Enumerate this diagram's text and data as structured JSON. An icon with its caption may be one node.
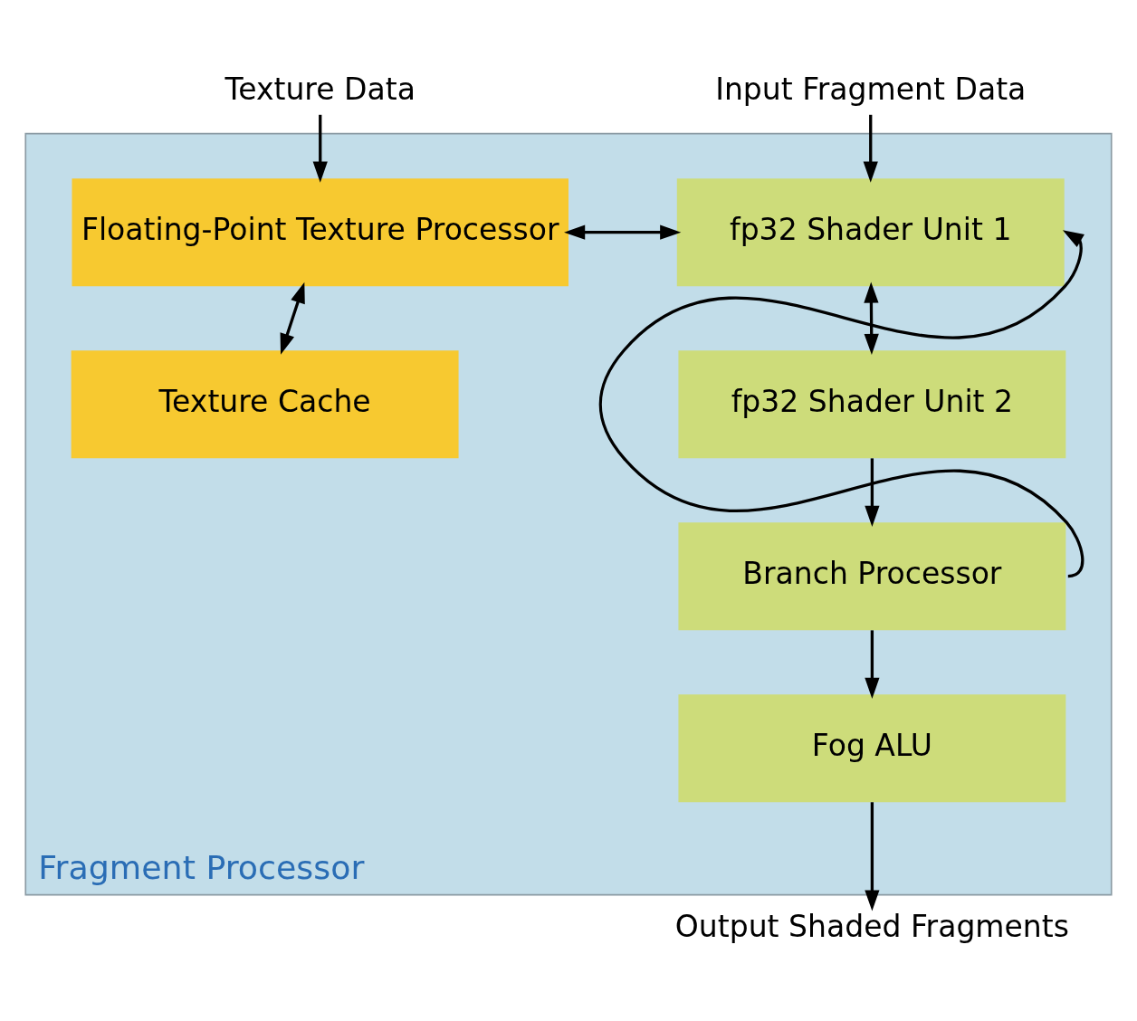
{
  "diagram": {
    "nodes": [
      {
        "text": [
          "Fragment Processor"
        ]
      },
      {
        "text": [
          "Floating-Point Texture Processor"
        ],
        "in": 0
      },
      {
        "text": [
          "fp32 Shader Unit 1"
        ],
        "in": 0
      },
      {
        "text": [
          "Texture Cache"
        ],
        "in": 0
      },
      {
        "text": [
          "fp32 Shader Unit 2"
        ],
        "in": 0
      },
      {
        "text": [
          "Branch Processor"
        ],
        "in": 0
      },
      {
        "text": [
          "Fog ALU"
        ],
        "in": 0
      },
      {
        "text": [
          "Texture Data"
        ]
      },
      {
        "text": [
          "Input Fragment Data"
        ]
      },
      {
        "text": [
          "Output Shaded Fragments"
        ]
      }
    ],
    "edges": [
      {
        "from": 7,
        "to": 1,
        "arrow": "to"
      },
      {
        "from": 8,
        "to": 2,
        "arrow": "to"
      },
      {
        "from": 1,
        "to": 2,
        "arrow": "both"
      },
      {
        "from": 1,
        "to": 3,
        "arrow": "both"
      },
      {
        "from": 2,
        "to": 4,
        "arrow": "both"
      },
      {
        "from": 4,
        "to": 5,
        "arrow": "to"
      },
      {
        "from": 5,
        "to": 2,
        "arrow": "to"
      },
      {
        "from": 5,
        "to": 6,
        "arrow": "to"
      },
      {
        "from": 6,
        "to": 9,
        "arrow": "to"
      }
    ]
  }
}
